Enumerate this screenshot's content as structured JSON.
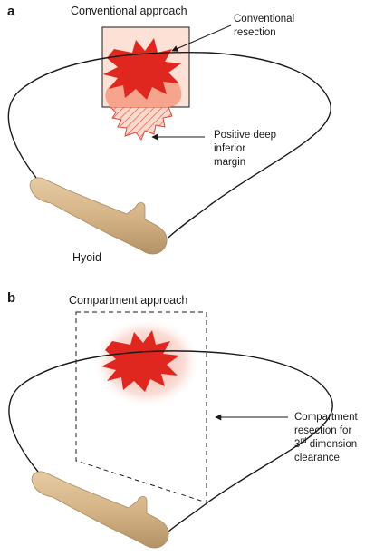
{
  "panel_a": {
    "letter": "a",
    "title": "Conventional approach",
    "resection_label": [
      "Conventional",
      "resection"
    ],
    "margin_label": [
      "Positive deep",
      "inferior",
      "margin"
    ],
    "hyoid_label": "Hyoid"
  },
  "panel_b": {
    "letter": "b",
    "title": "Compartment approach",
    "resection_label_line1": "Compartment",
    "resection_label_line2": "resection for",
    "resection_label_line3_main": "3",
    "resection_label_line3_sup": "rd",
    "resection_label_line3_rest": " dimension",
    "resection_label_line4": "clearance"
  },
  "colors": {
    "tumor": "#e0271f",
    "tumor_light": "#f6a48c",
    "halo": "#f7c9c0",
    "box_fill": "#fde0d6",
    "bone": "#d9b98f",
    "bone_shadow": "#a88a62",
    "line": "#1a1a1a"
  }
}
